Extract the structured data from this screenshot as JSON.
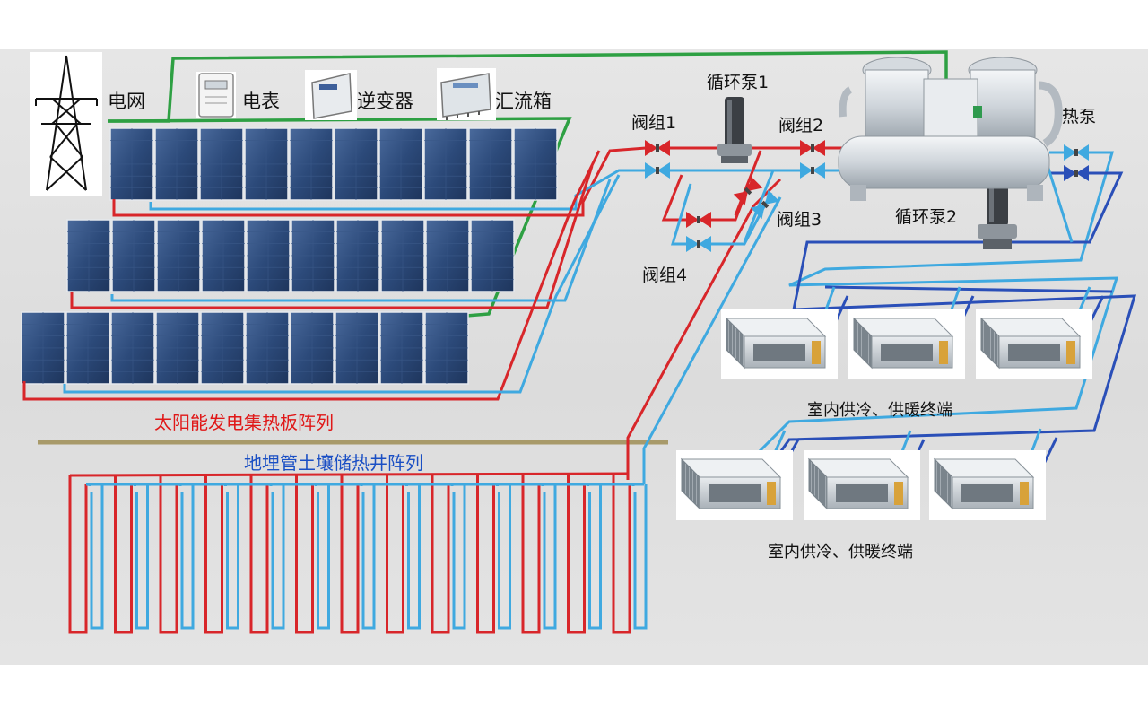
{
  "labels": {
    "grid": "电网",
    "meter": "电表",
    "inverter": "逆变器",
    "combiner": "汇流箱",
    "pump1": "循环泵1",
    "pump2": "循环泵2",
    "valve1": "阀组1",
    "valve2": "阀组2",
    "valve3": "阀组3",
    "valve4": "阀组4",
    "heat_pump": "热泵",
    "solar_array": "太阳能发电集热板阵列",
    "ground_array": "地埋管土壤储热井阵列",
    "terminals_top": "室内供冷、供暖终端",
    "terminals_bottom": "室内供冷、供暖终端"
  },
  "colors": {
    "hot_pipe": "#d8262a",
    "cold_pipe": "#3fa9e0",
    "dark_pipe": "#2a4fb8",
    "grid_wire": "#2ea043",
    "ground_line": "#a89a6a",
    "panel": "#2c4a7a"
  },
  "icons": {
    "tower": "power-tower-icon",
    "meter": "meter-icon",
    "inverter": "inverter-icon",
    "combiner": "combiner-box-icon",
    "pump": "circulation-pump-icon",
    "valve": "valve-icon",
    "heat_pump": "heat-pump-icon",
    "terminal": "fan-coil-unit-icon"
  }
}
